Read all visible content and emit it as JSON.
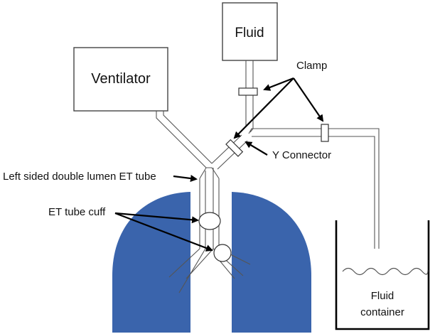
{
  "diagram": {
    "labels": {
      "ventilator": "Ventilator",
      "fluid": "Fluid",
      "clamp": "Clamp",
      "y_connector": "Y Connector",
      "et_tube": "Left sided double lumen ET tube",
      "et_cuff": "ET tube cuff",
      "container_line1": "Fluid",
      "container_line2": "container"
    },
    "colors": {
      "lung": "#3a64ac",
      "outline": "#444444",
      "arrow": "#000000"
    }
  }
}
